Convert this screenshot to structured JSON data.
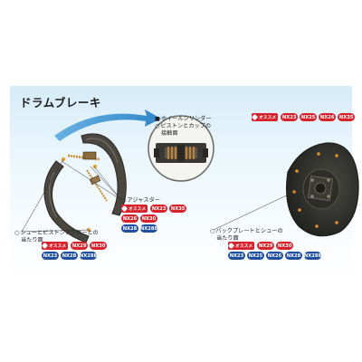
{
  "title": "ドラムブレーキ",
  "reco_label": "オススメ",
  "labels": {
    "wheel_cylinder_line1": "ホイールシリンダー",
    "wheel_cylinder_line2": "ピストンとカップの",
    "wheel_cylinder_line3": "接触面",
    "adjuster": "アジャスター",
    "shoe_piston_line1": "シューとピストンアンカーとの",
    "shoe_piston_line2": "当たり面",
    "backplate_line1": "バックプレートとシューの",
    "backplate_line2": "当たり面"
  },
  "symbols": {
    "filled_square": "■",
    "circle": "○"
  },
  "groups": {
    "wheel_cylinder": {
      "rows": [
        [
          "NX23",
          "NX25",
          "NX26",
          "NX35"
        ]
      ],
      "colors": [
        "red"
      ]
    },
    "adjuster": {
      "rows": [
        [
          "NX23",
          "NX35"
        ],
        [
          "NX26",
          "NX30"
        ],
        [
          "NX28",
          "NX288"
        ]
      ],
      "colors": [
        "red",
        "red",
        "blue"
      ]
    },
    "shoe_piston": {
      "rows": [
        [
          "NX29",
          "NX30"
        ],
        [
          "NX23",
          "NX28",
          "NX288"
        ]
      ],
      "colors": [
        "red",
        "blue"
      ]
    },
    "backplate": {
      "rows": [
        [
          "NX29",
          "NX30"
        ],
        [
          "NX23",
          "NX25",
          "NX26",
          "NX28",
          "NX288"
        ]
      ],
      "colors": [
        "red",
        "blue"
      ]
    }
  },
  "colors": {
    "badge_red": "#d7222c",
    "badge_blue": "#1f4f9e",
    "panel_blue": "#d6ecf8",
    "drum_dark": "#3a3a36",
    "rust_orange": "#d98a2b"
  }
}
